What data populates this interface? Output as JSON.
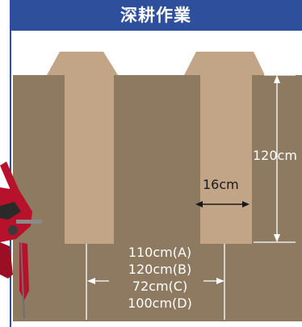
{
  "title": "深耕作業",
  "colors": {
    "header": "#2d4f9c",
    "soil": "#8d7a60",
    "furrow": "#c2a486",
    "line": "#ffffff",
    "implement_red": "#b8112b"
  },
  "labels": {
    "depth": "120cm",
    "furrow_width": "16cm",
    "widths": [
      "110cm(A)",
      "120cm(B)",
      "72cm(C)",
      "100cm(D)"
    ]
  },
  "icons": {
    "implement": "tractor-implement-icon"
  }
}
